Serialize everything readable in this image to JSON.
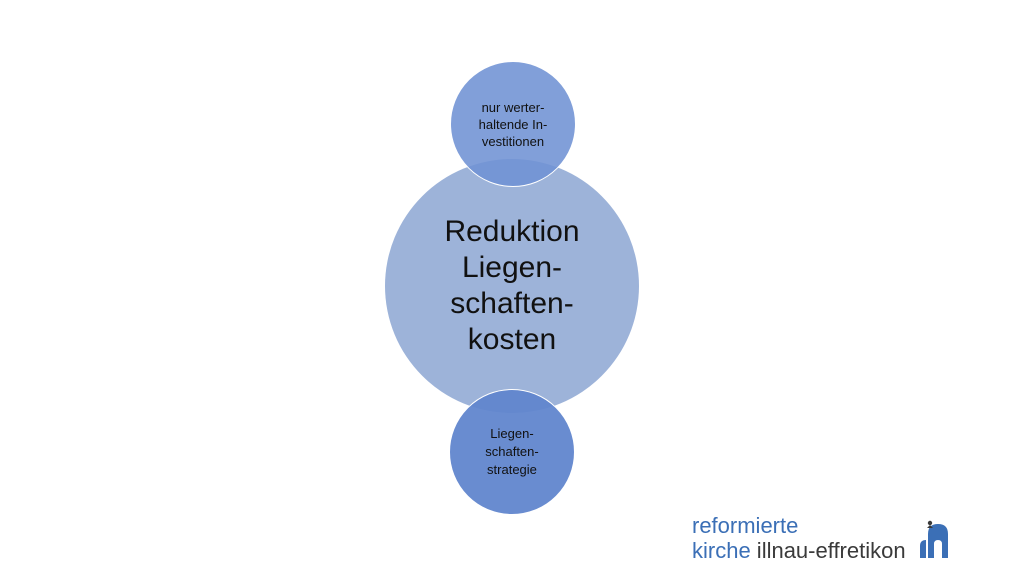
{
  "diagram": {
    "center": {
      "label": "Reduktion\nLiegen-\nschaften-\nkosten"
    },
    "top": {
      "label": "nur werter-\nhaltende In-\nvestitionen"
    },
    "bottom": {
      "label": "Liegen-\nschaften-\nstrategie"
    }
  },
  "logo": {
    "line1": "reformierte",
    "line2_accent": "kirche",
    "line2_rest": " illnau-effretikon",
    "mark_icon": "church-logo-icon"
  },
  "colors": {
    "center_fill": "#9db3d9",
    "satellite_fill": "#6f92d4",
    "brand_blue": "#3b6fb6"
  }
}
